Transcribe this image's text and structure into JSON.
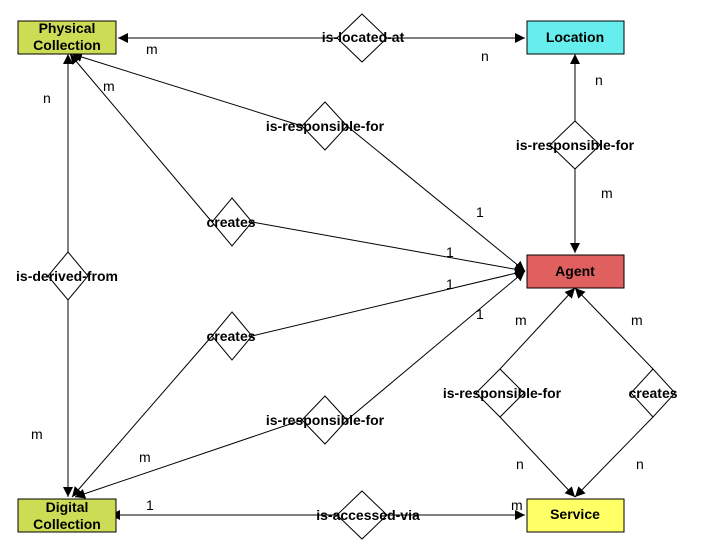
{
  "colors": {
    "physical": "#ccdd55",
    "location": "#66eeee",
    "agent": "#e06060",
    "digital": "#ccdd55",
    "service": "#ffff66"
  },
  "entities": {
    "physical_line1": "Physical",
    "physical_line2": "Collection",
    "location": "Location",
    "agent": "Agent",
    "digital_line1": "Digital",
    "digital_line2": "Collection",
    "service": "Service"
  },
  "relations": {
    "is_located_at": "is-located-at",
    "resp_phys": "is-responsible-for",
    "resp_loc": "is-responsible-for",
    "creates_phys": "creates",
    "is_derived_from": "is-derived-from",
    "creates_dig": "creates",
    "resp_dig": "is-responsible-for",
    "resp_service": "is-responsible-for",
    "creates_service": "creates",
    "is_accessed_via": "is-accessed-via"
  },
  "cardinalities": {
    "located_phys": "m",
    "located_loc": "n",
    "loc_resp_loc": "n",
    "loc_resp_agent": "m",
    "derived_phys": "n",
    "creates_phys_phys": "m",
    "resp_phys_agent": "1",
    "creates_phys_agent": "1",
    "creates_dig_agent": "1",
    "resp_dig_agent": "1",
    "derived_dig": "m",
    "dig_m": "m",
    "service_resp_agent": "m",
    "service_creates_agent": "m",
    "service_resp_service": "n",
    "service_creates_service": "n",
    "accessed_dig": "1",
    "accessed_service": "m"
  }
}
